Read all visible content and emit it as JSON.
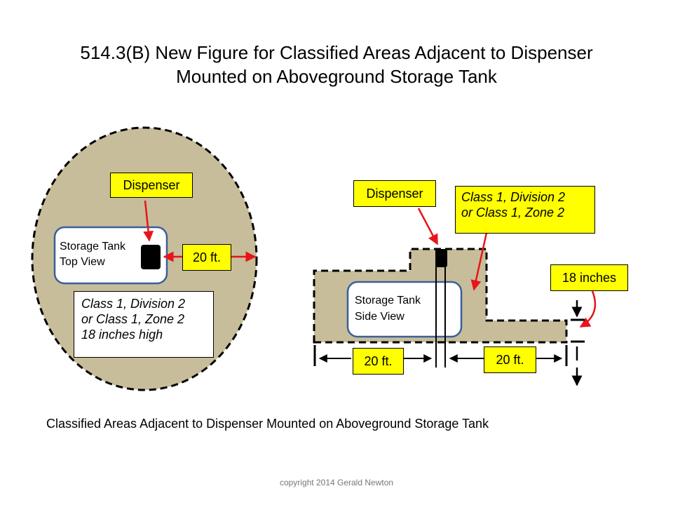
{
  "title": {
    "line1": "514.3(B)  New Figure for Classified Areas Adjacent to Dispenser",
    "line2": "Mounted on Aboveground Storage Tank"
  },
  "top_view": {
    "dispenser_label": "Dispenser",
    "tank_label_line1": "Storage Tank",
    "tank_label_line2": "Top View",
    "distance_label": "20 ft.",
    "area_label_line1": "Class 1, Division 2",
    "area_label_line2": "or Class 1, Zone 2",
    "area_label_line3": "18 inches high"
  },
  "side_view": {
    "dispenser_label": "Dispenser",
    "area_label_line1": "Class 1, Division 2",
    "area_label_line2": "or Class 1, Zone 2",
    "tank_label_line1": "Storage Tank",
    "tank_label_line2": "Side View",
    "height_label": "18 inches",
    "left_distance_label": "20 ft.",
    "right_distance_label": "20 ft."
  },
  "caption": "Classified Areas Adjacent to Dispenser Mounted on Aboveground Storage Tank",
  "copyright": "copyright 2014 Gerald Newton",
  "colors": {
    "classified_area_fill": "#c7bd9a",
    "tank_outline": "#3a5f9a",
    "callout_fill": "#ffff00",
    "arrow_red": "#e8141b"
  }
}
